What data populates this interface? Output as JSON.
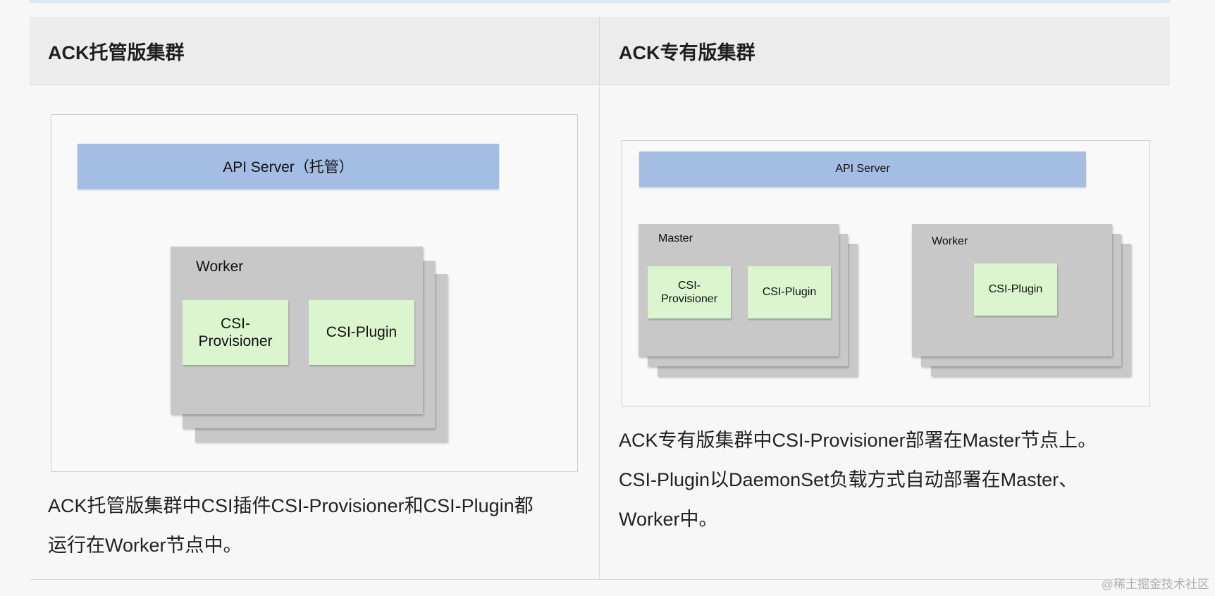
{
  "table": {
    "headers": [
      "ACK托管版集群",
      "ACK专有版集群"
    ]
  },
  "left": {
    "api_label": "API Server（托管）",
    "worker_label": "Worker",
    "comp1": "CSI-\nProvisioner",
    "comp2": "CSI-Plugin",
    "desc": [
      "ACK托管版集群中CSI插件CSI-Provisioner和CSI-Plugin都",
      "运行在Worker节点中。"
    ]
  },
  "right": {
    "api_label": "API Server",
    "master_label": "Master",
    "master_comp1": "CSI-\nProvisioner",
    "master_comp2": "CSI-Plugin",
    "worker_label": "Worker",
    "worker_comp": "CSI-Plugin",
    "desc": [
      "ACK专有版集群中CSI-Provisioner部署在Master节点上。",
      "CSI-Plugin以DaemonSet负载方式自动部署在Master、",
      "Worker中。"
    ]
  },
  "watermark": "@稀土掘金技术社区"
}
